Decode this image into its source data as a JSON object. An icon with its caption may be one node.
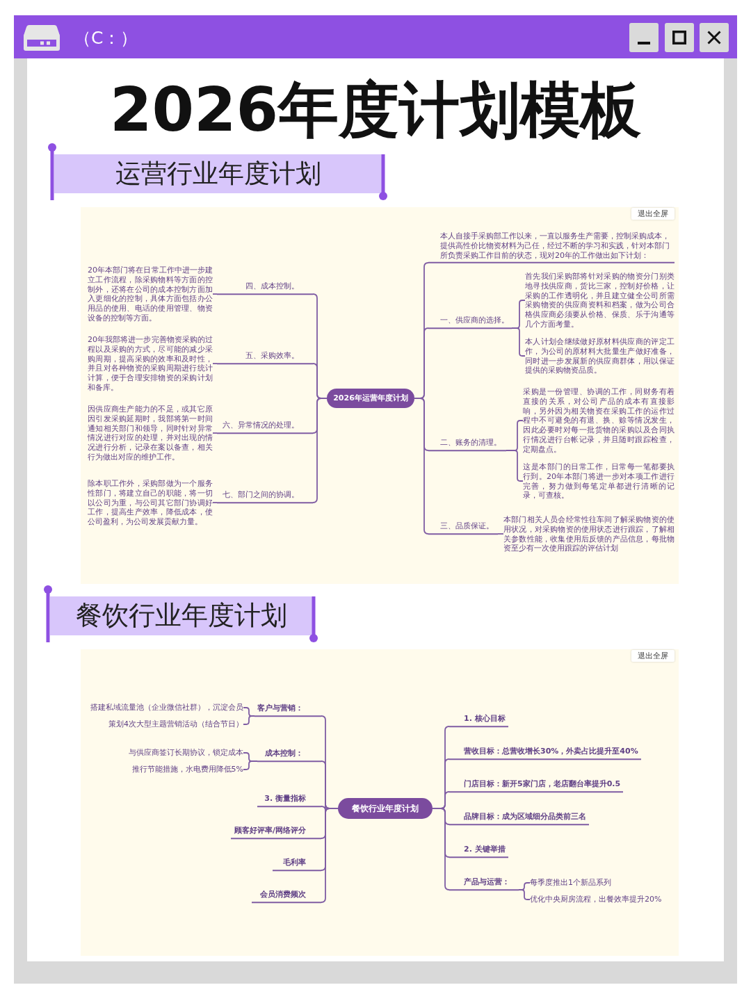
{
  "diagram": {
    "title": "2026年度计划模板",
    "nodes": [
      {
        "text": [
          "运营行业年度计划"
        ]
      },
      {
        "text": [
          "2026年运营年度计划"
        ]
      },
      {
        "text": [
          "本人自接手采购部工作以来，一直以服务生产需要，控制采购成本，提供高性价比物资材料为己任，经过不断的学习和实践，针对本部门所负责采购工作目前的状态，现对20年的工作做出如下计划："
        ]
      },
      {
        "text": [
          "一、供应商的选择。"
        ]
      },
      {
        "text": [
          "首先我们采购部将针对采购的物资分门别类地寻找供应商，货比三家，控制好价格，让采购的工作透明化，并且建立健全公司所需采购物资的供应商资料和档案，做为公司合格供应商必须要从价格、保质、乐于沟通等几个方面考量。"
        ]
      },
      {
        "text": [
          "本人计划会继续做好原材料供应商的评定工作，为公司的原材料大批量生产做好准备，同时进一步发展新的供应商群体，用以保证提供的采购物资品质。"
        ]
      },
      {
        "text": [
          "二、账务的清理。"
        ]
      },
      {
        "text": [
          "采购是一份管理、协调的工作，同财务有着直接的关系，对公司产品的成本有直接影响，另外因为相关物资在采购工作的运作过程中不可避免的有退、换、赊等情况发生，因此必要时对每一批货物的采购以及合同执行情况进行台帐记录，并且随时跟踪检查，定期盘点。"
        ]
      },
      {
        "text": [
          "这是本部门的日常工作，日常每一笔都要执行到。20年本部门将进一步对本项工作进行完善，努力做到每笔定单都进行清晰的记录，可查核。"
        ]
      },
      {
        "text": [
          "三、品质保证。"
        ]
      },
      {
        "text": [
          "本部门相关人员会经常性往车间了解采购物资的使用状况，对采购物资的使用状态进行跟踪，了解相关参数性能，收集使用后反馈的产品信息，每批物资至少有一次使用跟踪的评估计划"
        ]
      },
      {
        "text": [
          "四、成本控制。"
        ]
      },
      {
        "text": [
          "20年本部门将在日常工作中进一步建立工作流程，除采购物料等方面的控制外，还将在公司的成本控制方面加入更细化的控制，具体方面包括办公用品的使用、电话的使用管理、物资设备的控制等方面。"
        ]
      },
      {
        "text": [
          "五、采购效率。"
        ]
      },
      {
        "text": [
          "20年我部将进一步完善物资采购的过程以及采购的方式，尽可能的减少采购周期，提高采购的效率和及时性，并且对各种物资的采购周期进行统计计算，便于合理安排物资的采购计划和备库。"
        ]
      },
      {
        "text": [
          "六、异常情况的处理。"
        ]
      },
      {
        "text": [
          "因供应商生产能力的不足，或其它原因引发采购延期时，我部将第一时间通知相关部门和领导，同时针对异常情况进行对应的处理，并对出现的情况进行分析，记录在案以备查，相关行为做出对应的维护工作。"
        ]
      },
      {
        "text": [
          "七、部门之间的协调。"
        ]
      },
      {
        "text": [
          "除本职工作外，采购部做为一个服务性部门，将建立自己的职能，将一切以公司为重，与公司其它部门协调好工作，提高生产效率，降低成本，使公司盈利，为公司发展贡献力量。"
        ]
      },
      {
        "text": [
          "餐饮行业年度计划"
        ]
      },
      {
        "text": [
          "餐饮行业年度计划"
        ]
      },
      {
        "text": [
          "客户与营销："
        ]
      },
      {
        "text": [
          "搭建私域流量池（企业微信社群），沉淀会员"
        ]
      },
      {
        "text": [
          "策划4次大型主题营销活动（结合节日）"
        ]
      },
      {
        "text": [
          "成本控制："
        ]
      },
      {
        "text": [
          "与供应商签订长期协议，锁定成本"
        ]
      },
      {
        "text": [
          "推行节能措施，水电费用降低5%"
        ]
      },
      {
        "text": [
          "3. 衡量指标"
        ]
      },
      {
        "text": [
          "顾客好评率/网络评分"
        ]
      },
      {
        "text": [
          "毛利率"
        ]
      },
      {
        "text": [
          "会员消费频次"
        ]
      },
      {
        "text": [
          "1. 核心目标"
        ]
      },
      {
        "text": [
          "营收目标：总营收增长30%，外卖占比提升至40%"
        ]
      },
      {
        "text": [
          "门店目标：新开5家门店，老店翻台率提升0.5"
        ]
      },
      {
        "text": [
          "品牌目标：成为区域细分品类前三名"
        ]
      },
      {
        "text": [
          "2. 关键举措"
        ]
      },
      {
        "text": [
          "产品与运营："
        ]
      },
      {
        "text": [
          "每季度推出1个新品系列"
        ]
      },
      {
        "text": [
          "优化中央厨房流程，出餐效率提升20%"
        ]
      }
    ],
    "edges": [
      {
        "from": 1,
        "to": 2,
        "arrow": "none"
      },
      {
        "from": 1,
        "to": 3,
        "arrow": "none"
      },
      {
        "from": 3,
        "to": 4,
        "arrow": "none"
      },
      {
        "from": 3,
        "to": 5,
        "arrow": "none"
      },
      {
        "from": 1,
        "to": 6,
        "arrow": "none"
      },
      {
        "from": 6,
        "to": 7,
        "arrow": "none"
      },
      {
        "from": 6,
        "to": 8,
        "arrow": "none"
      },
      {
        "from": 1,
        "to": 9,
        "arrow": "none"
      },
      {
        "from": 9,
        "to": 10,
        "arrow": "none"
      },
      {
        "from": 1,
        "to": 11,
        "arrow": "none"
      },
      {
        "from": 11,
        "to": 12,
        "arrow": "none"
      },
      {
        "from": 1,
        "to": 13,
        "arrow": "none"
      },
      {
        "from": 13,
        "to": 14,
        "arrow": "none"
      },
      {
        "from": 1,
        "to": 15,
        "arrow": "none"
      },
      {
        "from": 15,
        "to": 16,
        "arrow": "none"
      },
      {
        "from": 1,
        "to": 17,
        "arrow": "none"
      },
      {
        "from": 17,
        "to": 18,
        "arrow": "none"
      },
      {
        "from": 20,
        "to": 21,
        "arrow": "none"
      },
      {
        "from": 21,
        "to": 22,
        "arrow": "none"
      },
      {
        "from": 21,
        "to": 23,
        "arrow": "none"
      },
      {
        "from": 20,
        "to": 24,
        "arrow": "none"
      },
      {
        "from": 24,
        "to": 25,
        "arrow": "none"
      },
      {
        "from": 24,
        "to": 26,
        "arrow": "none"
      },
      {
        "from": 20,
        "to": 27,
        "arrow": "none"
      },
      {
        "from": 20,
        "to": 28,
        "arrow": "none"
      },
      {
        "from": 20,
        "to": 29,
        "arrow": "none"
      },
      {
        "from": 20,
        "to": 30,
        "arrow": "none"
      },
      {
        "from": 20,
        "to": 31,
        "arrow": "none"
      },
      {
        "from": 20,
        "to": 32,
        "arrow": "none"
      },
      {
        "from": 20,
        "to": 33,
        "arrow": "none"
      },
      {
        "from": 20,
        "to": 34,
        "arrow": "none"
      },
      {
        "from": 20,
        "to": 35,
        "arrow": "none"
      },
      {
        "from": 20,
        "to": 36,
        "arrow": "none"
      },
      {
        "from": 36,
        "to": 37,
        "arrow": "none"
      },
      {
        "from": 36,
        "to": 38,
        "arrow": "none"
      }
    ],
    "labels": [
      "（C：）",
      "退出全屏",
      "退出全屏"
    ]
  }
}
